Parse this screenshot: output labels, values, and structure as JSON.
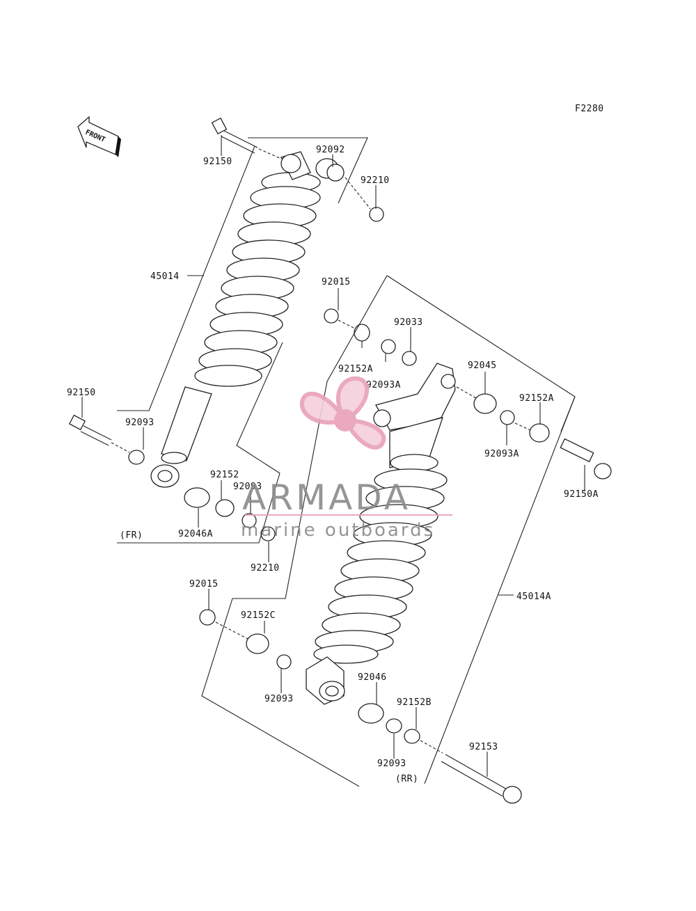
{
  "diagram": {
    "figure_code": "F2280",
    "front_label": "FRONT",
    "position_fr": "(FR)",
    "position_rr": "(RR)",
    "part_labels": [
      "92150",
      "92092",
      "92210",
      "45014",
      "92015",
      "92033",
      "92152A",
      "92093A",
      "92045",
      "92152A",
      "92093A",
      "92150A",
      "92150",
      "92093",
      "92152",
      "92093",
      "92046A",
      "92210",
      "45014A",
      "92015",
      "92152C",
      "92093",
      "92046",
      "92152B",
      "92153",
      "92093"
    ]
  },
  "watermark": {
    "brand": "ARMADA",
    "tagline": "marine outboards",
    "logo_color": "#e8a0b8",
    "text_color": "#8a8a8a"
  }
}
